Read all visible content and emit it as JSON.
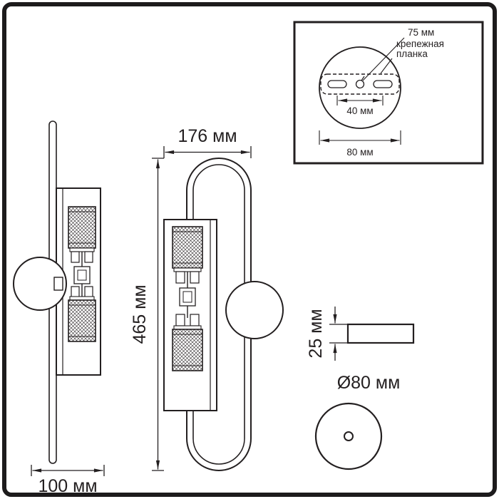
{
  "views": {
    "side": {
      "depth_dim": "100 мм"
    },
    "front": {
      "width_dim": "176 мм",
      "height_dim": "465 мм"
    },
    "canopy_profile": {
      "thickness_dim": "25 мм"
    },
    "canopy_back": {
      "diameter_dim": "Ø80 мм"
    }
  },
  "inset": {
    "dim_75": "75 мм",
    "bracket_label_1": "крепежная",
    "bracket_label_2": "планка",
    "dim_40": "40 мм",
    "dim_80": "80 мм"
  },
  "colors": {
    "ink": "#231f20",
    "paper": "#ffffff"
  }
}
